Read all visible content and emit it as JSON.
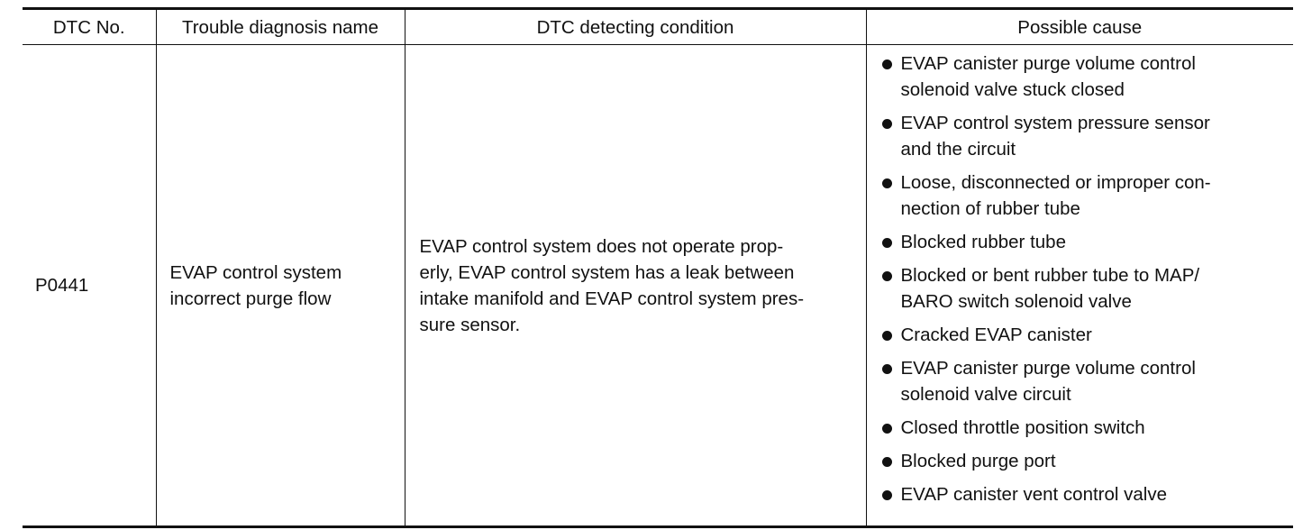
{
  "table": {
    "headers": [
      "DTC No.",
      "Trouble diagnosis name",
      "DTC detecting condition",
      "Possible cause"
    ],
    "rows": [
      {
        "code": "P0441",
        "name_lines": [
          "EVAP control system",
          "incorrect purge flow"
        ],
        "condition_lines": [
          "EVAP control system does not operate prop-",
          "erly, EVAP control system has a leak between",
          "intake manifold and EVAP control system pres-",
          "sure sensor."
        ],
        "causes": [
          [
            "EVAP canister purge volume control",
            "solenoid valve stuck closed"
          ],
          [
            "EVAP control system pressure sensor",
            "and the circuit"
          ],
          [
            "Loose, disconnected or improper con-",
            "nection of rubber tube"
          ],
          [
            "Blocked rubber tube"
          ],
          [
            "Blocked or bent rubber tube to MAP/",
            "BARO switch solenoid valve"
          ],
          [
            "Cracked EVAP canister"
          ],
          [
            "EVAP canister purge volume control",
            "solenoid valve circuit"
          ],
          [
            "Closed throttle position switch"
          ],
          [
            "Blocked purge port"
          ],
          [
            "EVAP canister vent control valve"
          ]
        ]
      }
    ]
  }
}
